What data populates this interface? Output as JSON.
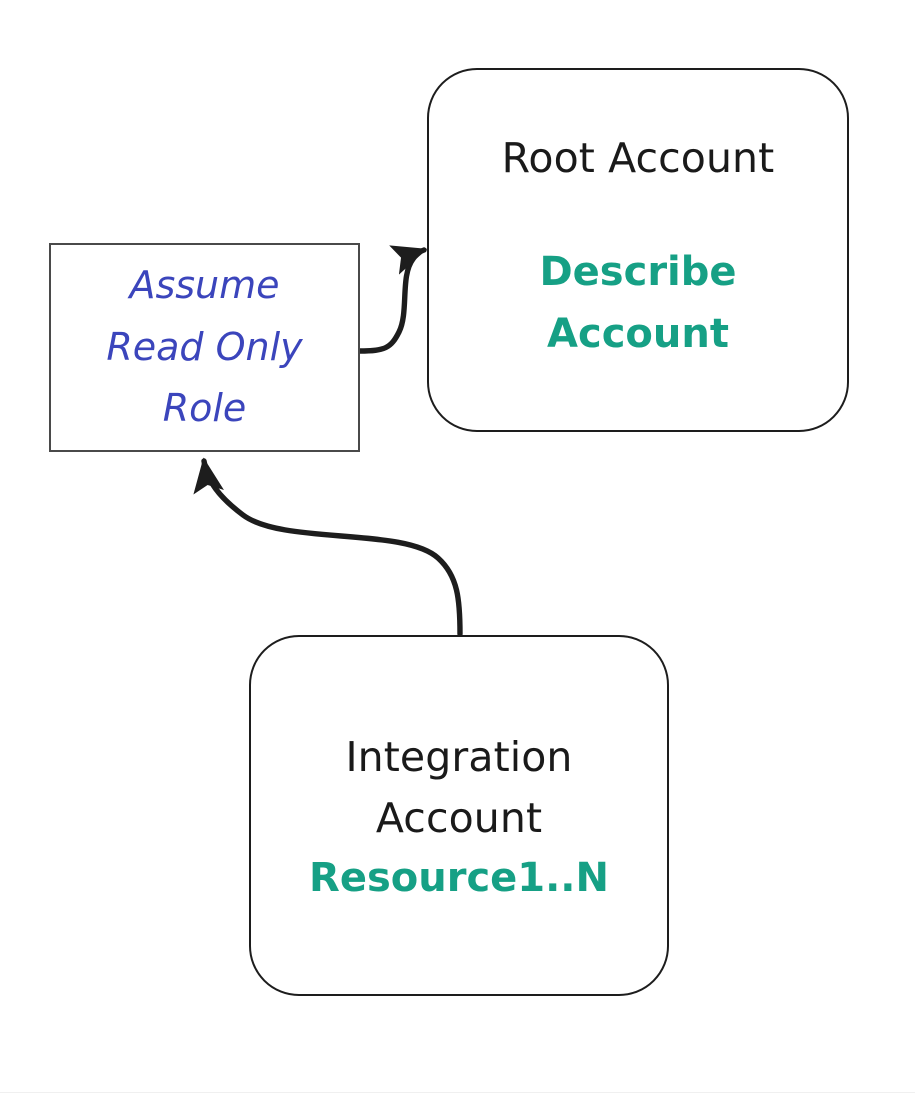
{
  "diagram": {
    "type": "flow-diagram",
    "background_color": "#ffffff",
    "nodes": [
      {
        "id": "root-account",
        "shape": "rounded-rectangle",
        "title": "Root Account",
        "accent_lines": [
          "Describe",
          "Account"
        ],
        "border_color": "#1d1d1d",
        "title_color": "#1a1a1a",
        "accent_color": "#16a085"
      },
      {
        "id": "integration-account",
        "shape": "rounded-rectangle",
        "title_lines": [
          "Integration",
          "Account"
        ],
        "accent_lines": [
          "Resource1..N"
        ],
        "border_color": "#1d1d1d",
        "title_color": "#1a1a1a",
        "accent_color": "#16a085"
      },
      {
        "id": "assume-role-label",
        "shape": "rectangle",
        "lines": [
          "Assume",
          "Read Only",
          "Role"
        ],
        "border_color": "#4a4a4a",
        "text_color": "#3b45bc",
        "text_style": "italic"
      }
    ],
    "edges": [
      {
        "id": "assume-role-to-root-account",
        "from": "assume-role-label",
        "to": "root-account",
        "direction": "right-up",
        "arrowhead": "end",
        "color": "#1d1d1d"
      },
      {
        "id": "integration-account-to-assume-role",
        "from": "integration-account",
        "to": "assume-role-label",
        "direction": "up-left",
        "arrowhead": "end",
        "color": "#1d1d1d"
      }
    ]
  },
  "nodes": {
    "root_account": {
      "title": "Root Account",
      "accent_line_1": "Describe",
      "accent_line_2": "Account"
    },
    "integration_account": {
      "title_line_1": "Integration",
      "title_line_2": "Account",
      "accent_line_1": "Resource1..N"
    },
    "assume_role_label": {
      "line_1": "Assume",
      "line_2": "Read Only",
      "line_3": "Role"
    }
  }
}
